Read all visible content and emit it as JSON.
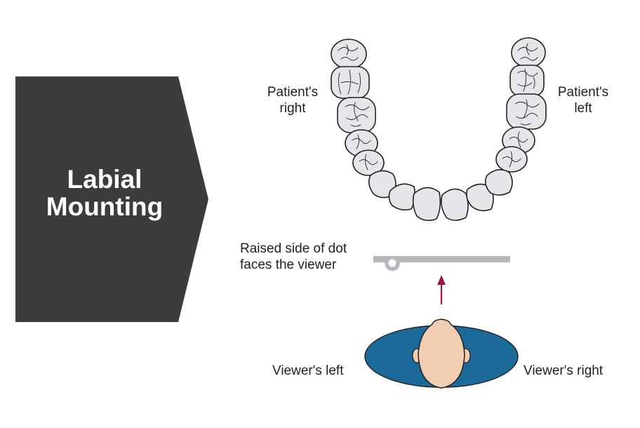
{
  "title": {
    "line1": "Labial",
    "line2": "Mounting"
  },
  "labels": {
    "patient_right": {
      "line1": "Patient's",
      "line2": "right"
    },
    "patient_left": {
      "line1": "Patient's",
      "line2": "left"
    },
    "raised_dot": {
      "line1": "Raised side of dot",
      "line2": "faces the viewer"
    },
    "viewer_left": "Viewer's left",
    "viewer_right": "Viewer's right"
  },
  "colors": {
    "banner": "#3c3c3c",
    "tooth_fill": "#e6e6ea",
    "tooth_stroke": "#222222",
    "film": "#b4b8bc",
    "arrow": "#a0153e",
    "shoulders": "#1b6a9a",
    "head": "#f2cdb2"
  }
}
